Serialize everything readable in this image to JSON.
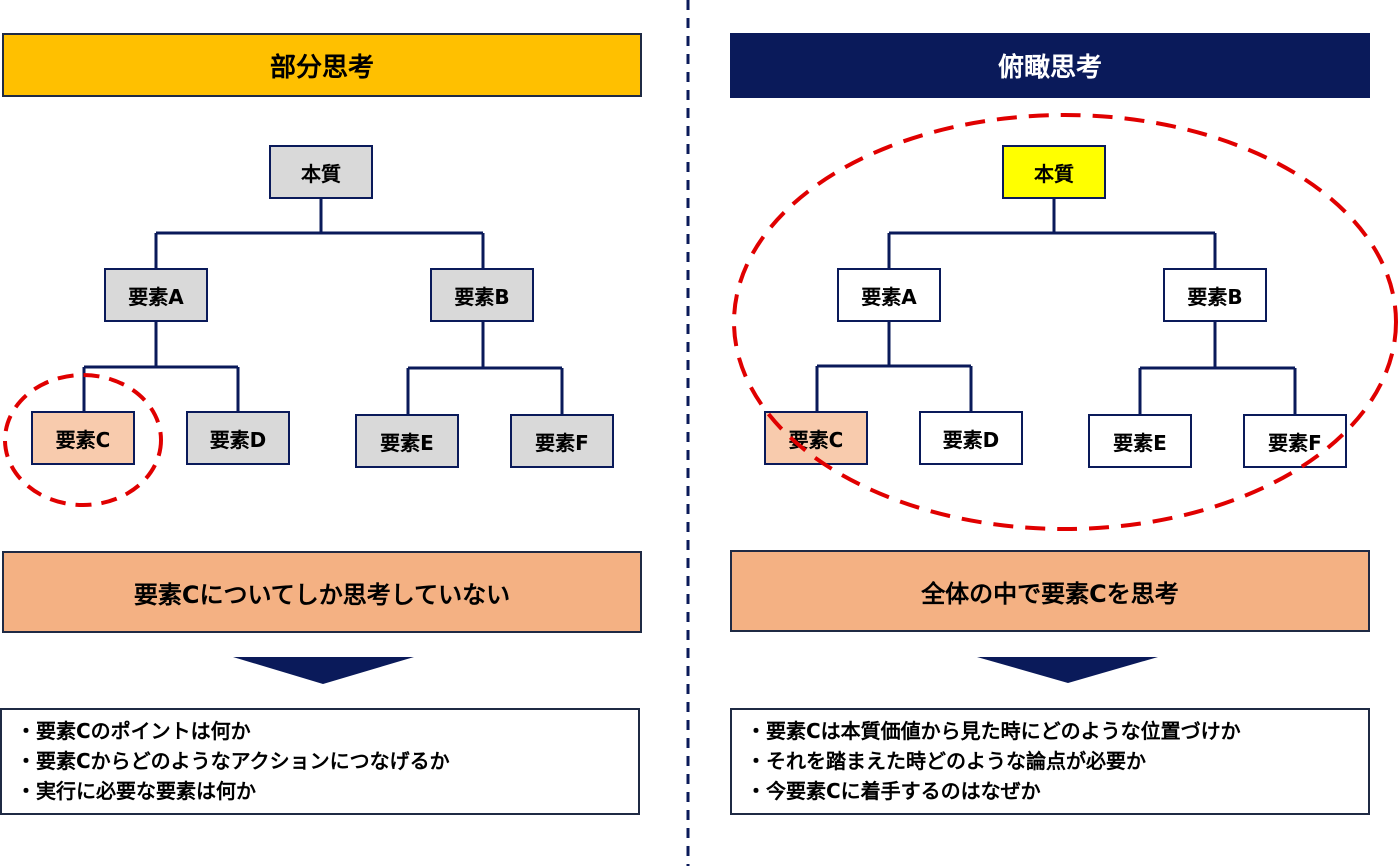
{
  "left": {
    "title": "部分思考",
    "nodes": {
      "root": "本質",
      "a": "要素A",
      "b": "要素B",
      "c": "要素C",
      "d": "要素D",
      "e": "要素E",
      "f": "要素F"
    },
    "summary": "要素Cについてしか思考していない",
    "bullets": [
      "・要素Cのポイントは何か",
      "・要素Cからどのようなアクションにつなげるか",
      "・実行に必要な要素は何か"
    ]
  },
  "right": {
    "title": "俯瞰思考",
    "nodes": {
      "root": "本質",
      "a": "要素A",
      "b": "要素B",
      "c": "要素C",
      "d": "要素D",
      "e": "要素E",
      "f": "要素F"
    },
    "summary": "全体の中で要素Cを思考",
    "bullets": [
      "・要素Cは本質価値から見た時にどのような位置づけか",
      "・それを踏まえた時どのような論点が必要か",
      "・今要素Cに着手するのはなぜか"
    ]
  },
  "colors": {
    "left_header": "#FFC000",
    "right_header": "#0A1A5A",
    "focus_node": "#F8CBAD",
    "right_root": "#FFFF00",
    "summary_bg": "#F4B183",
    "highlight_circle": "#E00000",
    "connector": "#0A1A5A"
  }
}
